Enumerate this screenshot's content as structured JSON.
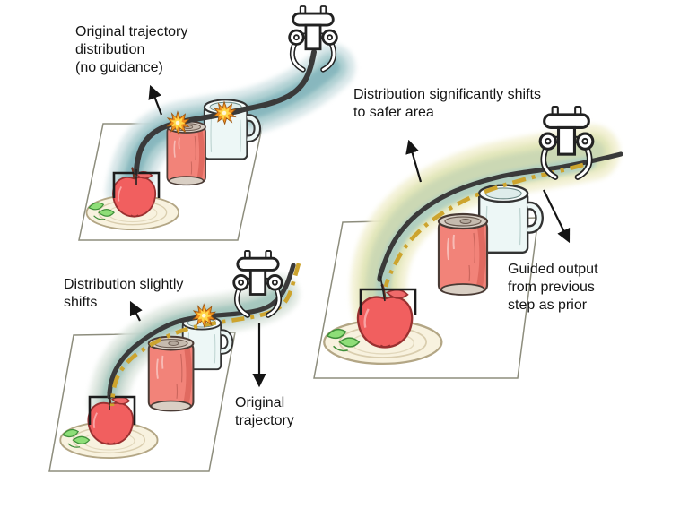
{
  "figure": {
    "annotations": {
      "no_guidance": "Original trajectory\ndistribution\n(no guidance)",
      "slight_shift": "Distribution slightly\nshifts",
      "significant_shift": "Distribution significantly shifts\nto safer area",
      "original_trajectory": "Original\ntrajectory",
      "guided_output": "Guided output\nfrom previous\nstep as prior"
    },
    "colors": {
      "trajectory_black": "#3a3a3a",
      "guided_dash_gold": "#cda42e",
      "distribution_teal": "#7fb2ba",
      "distribution_sage": "#c7d6b3",
      "distribution_yellow": "#f2f0d2",
      "collision_spark_orange": "#f2921e",
      "can_red": "#f28379",
      "mug_pale_blue": "#edf7f6",
      "apple_red": "#f15f5f",
      "plate_cream": "#f8f2df",
      "basil_green": "#8ede78"
    },
    "panels": [
      {
        "id": "panel-no-guidance",
        "collision_count": 2
      },
      {
        "id": "panel-slight-shift",
        "collision_count": 1
      },
      {
        "id": "panel-significant-shift",
        "collision_count": 0
      }
    ]
  }
}
